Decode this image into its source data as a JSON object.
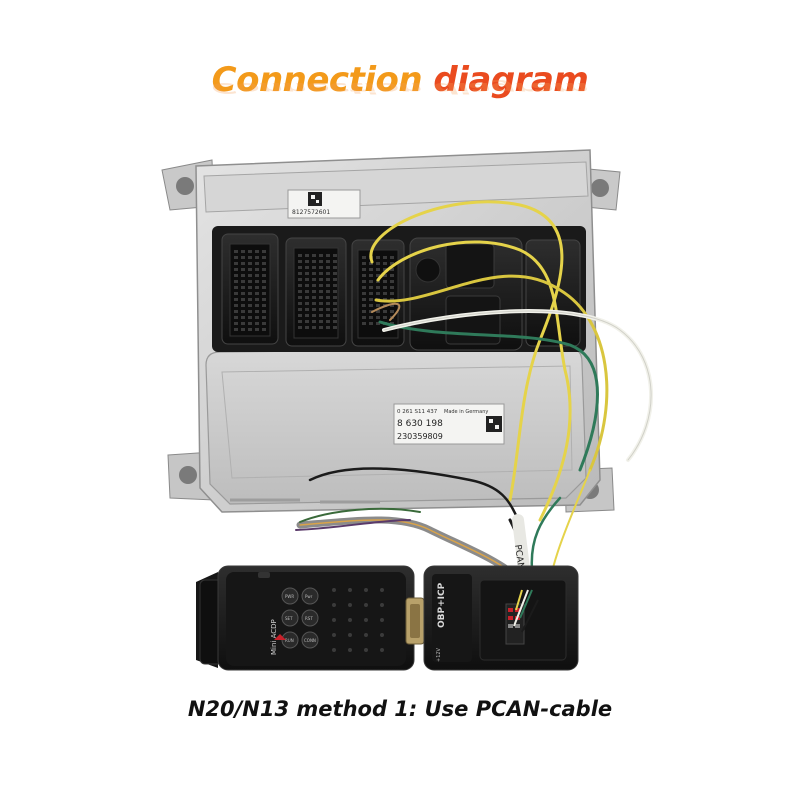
{
  "title": {
    "word1": "Connection",
    "word2": "diagram"
  },
  "caption": "N20/N13 method 1:  Use PCAN-cable",
  "ecu": {
    "label_top": "8127572601",
    "label_part": "0 261 S11 437",
    "label_made": "Made in Germany",
    "label_num": "8 630 198",
    "label_code": "230359809"
  },
  "device_mini": {
    "brand": "Mini ACDP",
    "buttons": [
      "PWR",
      "SET",
      "RUN",
      "Pwr",
      "RST",
      "CONN"
    ]
  },
  "device_obp": {
    "label": "OBP+ICP",
    "voltage": "+12V"
  },
  "cable_label": "PCAN",
  "colors": {
    "title_orange": "#f39a1a",
    "title_red": "#ea4b1f",
    "wire_yellow": "#e5d34a",
    "wire_green": "#2f7a5a",
    "wire_white": "#f1f1ea",
    "wire_black": "#1b1b1b"
  }
}
